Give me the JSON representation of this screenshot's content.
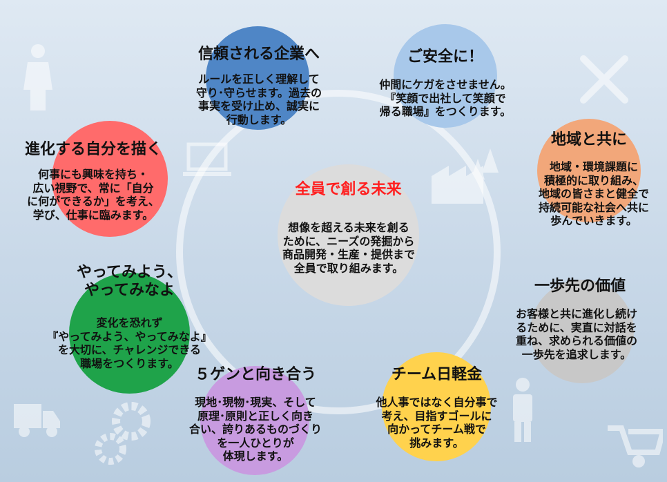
{
  "values": [
    {
      "title": "信頼される企業へ",
      "body": "ルールを正しく理解して\n守り･守らせます。過去の\n事実を受け止め、誠実に\n行動します。",
      "color": "#4f86c6"
    },
    {
      "title": "ご安全に！",
      "body": "仲間にケガをさせません。\n『笑顔で出社して笑顔で\n帰る職場』をつくります。",
      "color": "#a8c8ea"
    },
    {
      "title": "地域と共に",
      "body": "地域・環境課題に\n積極的に取り組み、\n地域の皆さまと健全で\n持続可能な社会へ共に\n歩んでいきます。",
      "color": "#f2a77a"
    },
    {
      "title": "一歩先の価値",
      "body": "お客様と共に進化し続け\nるために、実直に対話を\n重ね、求められる価値の\n一歩先を追求します。",
      "color": "#c8c8c8"
    },
    {
      "title": "チーム日軽金",
      "body": "他人事ではなく自分事で\n考え、目指すゴールに\n向かってチーム戦で\n挑みます。",
      "color": "#ffd24d"
    },
    {
      "title": "５ゲンと向き合う",
      "body": "現地･現物･現実、そして\n原理･原則と正しく向き\n合い、誇りあるものづくり\nを一人ひとりが\n体現します。",
      "color": "#c89be0"
    },
    {
      "title": "やってみよう、\nやってみなよ",
      "body": "変化を恐れず\n『やってみよう、やってみなよ』\nを大切に、チャレンジできる\n職場をつくります。",
      "color": "#1fa34a"
    },
    {
      "title": "進化する自分を描く",
      "body": "何事にも興味を持ち・\n広い視野で、常に「自分\nに何ができるか」を考え、\n学び、仕事に臨みます。",
      "color": "#ff6b6b"
    }
  ],
  "center": {
    "title": "全員で創る未来",
    "body": "想像を超える未来を創る\nために、ニーズの発掘から\n商品開発・生産・提供まで\n全員で取り組みます。",
    "color": "#dcdcdc",
    "title_color": "#ff2020"
  }
}
